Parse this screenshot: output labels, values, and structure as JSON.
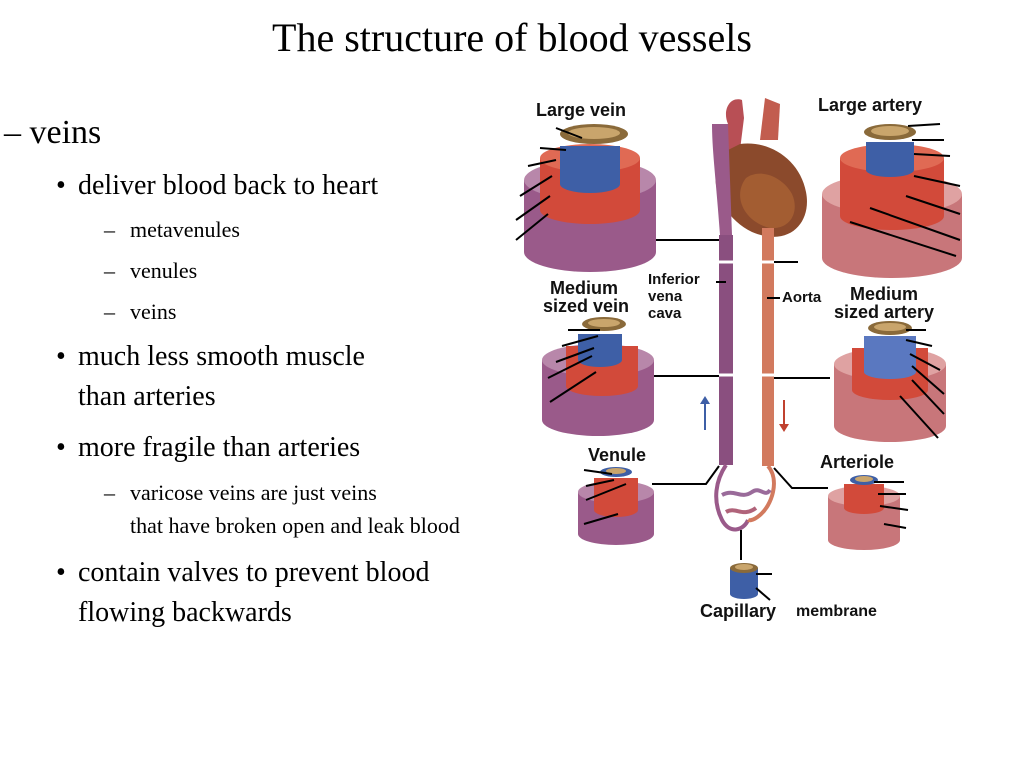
{
  "title": "The structure of blood vessels",
  "outline": {
    "heading": "– veins",
    "bullet": "•",
    "dash": "–",
    "b1": "deliver blood back to heart",
    "b1_subs": [
      "metavenules",
      "venules",
      "veins"
    ],
    "b2_line1": "much less smooth muscle",
    "b2_line2": "than arteries",
    "b3": "more fragile than arteries",
    "b3_sub_line1": "varicose veins are just veins",
    "b3_sub_line2": "that have broken open and leak blood",
    "b4_line1": "contain valves to prevent blood",
    "b4_line2": "flowing backwards"
  },
  "diagram": {
    "large_vein": "Large vein",
    "large_artery": "Large artery",
    "medium": "Medium",
    "sized_vein": "sized vein",
    "sized_artery": "sized artery",
    "inferior": "Inferior",
    "vena": "vena",
    "cava": "cava",
    "aorta": "Aorta",
    "venule": "Venule",
    "arteriole": "Arteriole",
    "capillary": "Capillary",
    "membrane": "membrane"
  },
  "colors": {
    "vein_outer": "#9a5a8a",
    "artery_outer": "#c8767a",
    "muscle": "#d24a3a",
    "endothelium": "#3e5fa6",
    "lumen": "#b99a6a"
  }
}
